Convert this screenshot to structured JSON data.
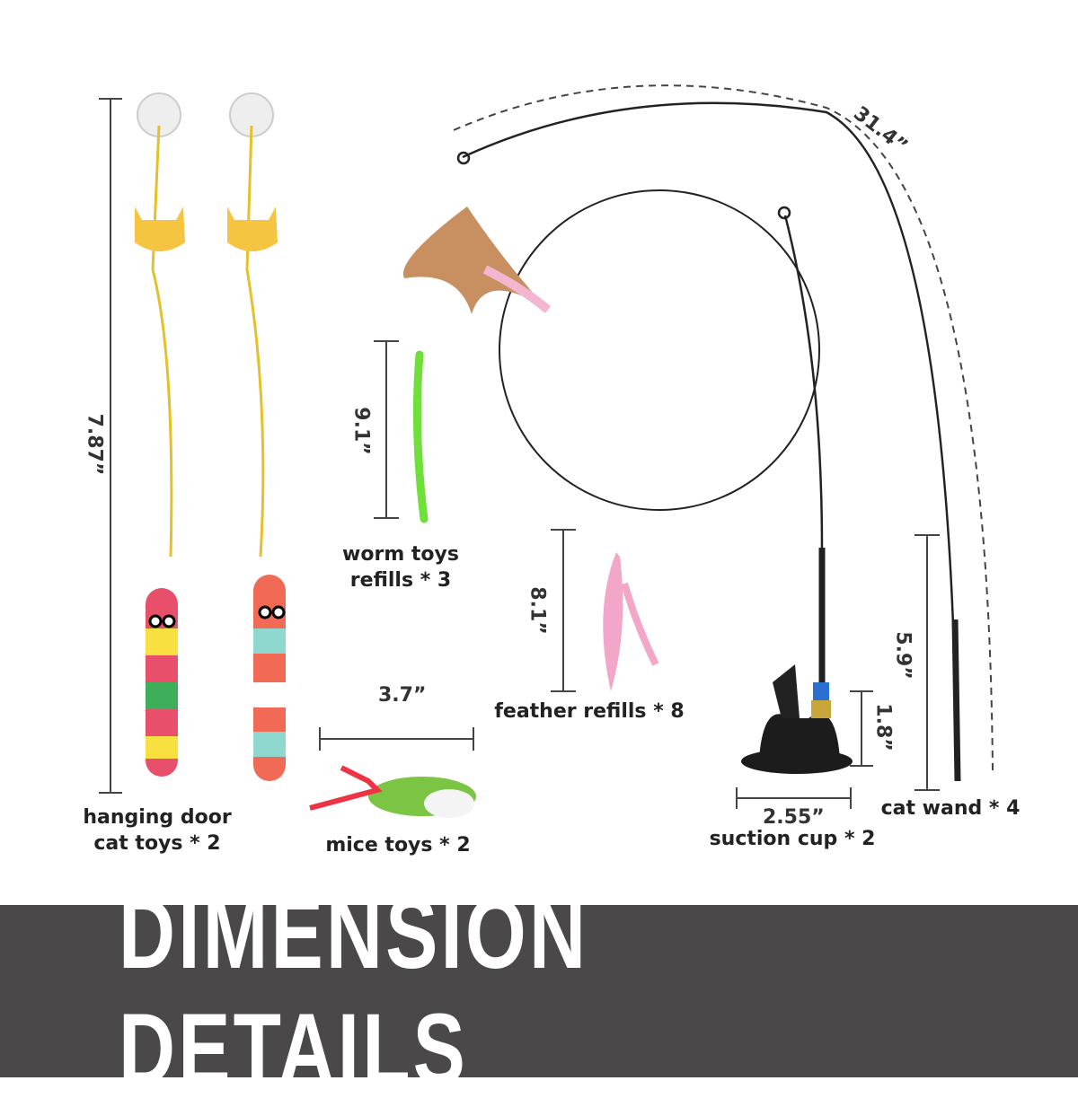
{
  "items": {
    "hanging": {
      "dim": "7.87”",
      "line1": "hanging door",
      "line2": "cat toys * 2"
    },
    "worm": {
      "dim": "9.1”",
      "line1": "worm toys",
      "line2": "refills * 3"
    },
    "mice": {
      "dim": "3.7”",
      "label": "mice toys * 2"
    },
    "feather": {
      "dim": "8.1”",
      "label": "feather refills * 8"
    },
    "wand": {
      "dim_total": "31.4”",
      "dim_handle": "5.9”",
      "label": "cat wand * 4"
    },
    "suction": {
      "dim_height": "1.8”",
      "dim_width": "2.55”",
      "label": "suction cup * 2"
    }
  },
  "banner": {
    "title": "DIMENSION DETAILS"
  },
  "colors": {
    "banner": "#4a4848",
    "yellow": "#f5c542",
    "pink": "#f2a6c8"
  }
}
